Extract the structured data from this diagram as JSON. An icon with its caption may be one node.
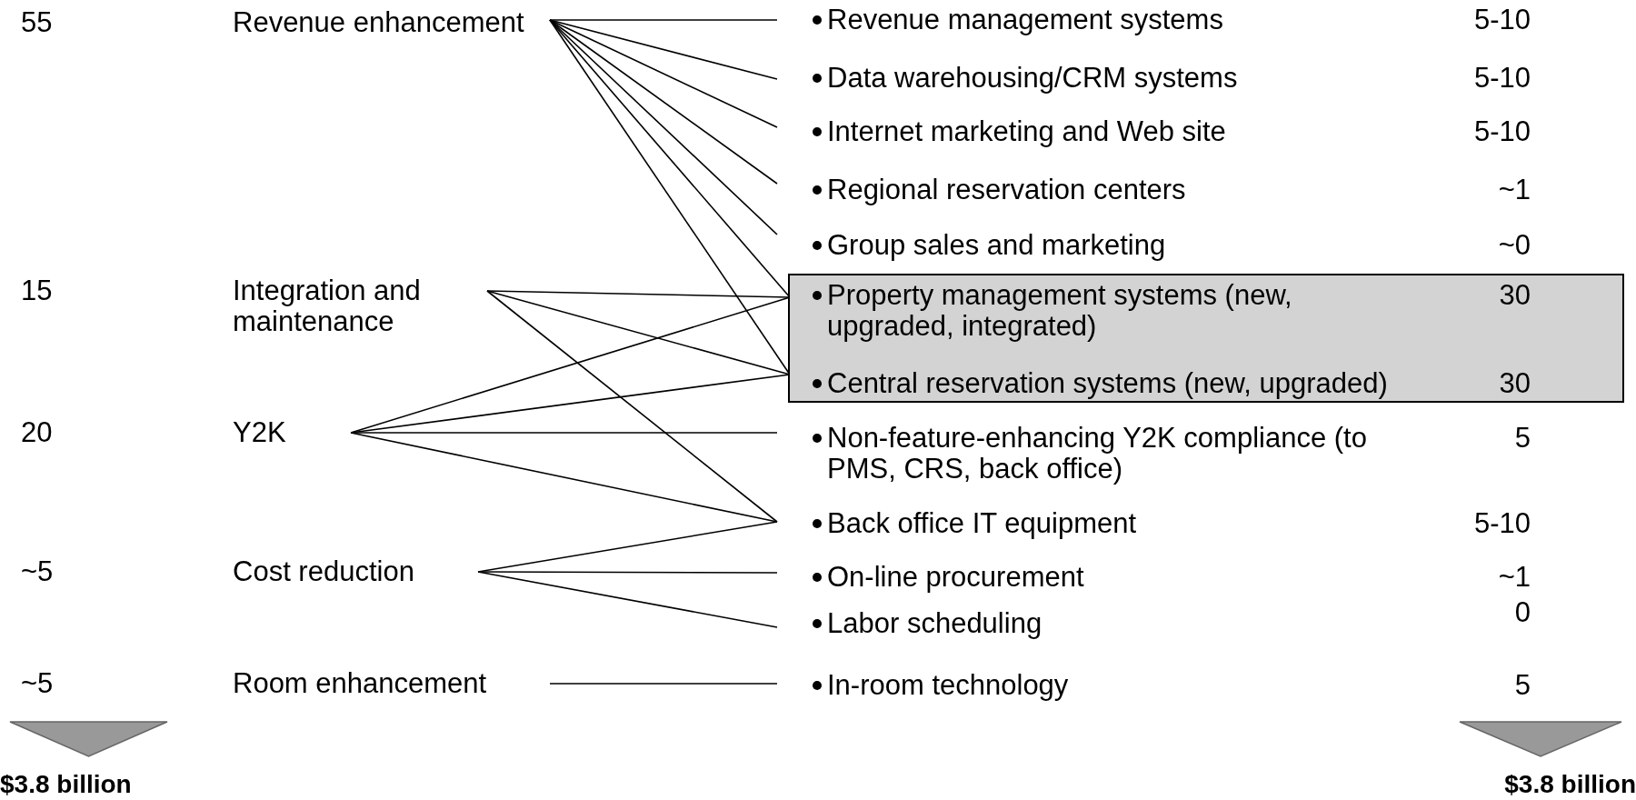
{
  "diagram": {
    "nodes": [
      {
        "text": [
          "Revenue enhancement"
        ]
      },
      {
        "text": [
          "Integration and maintenance"
        ]
      },
      {
        "text": [
          "Y2K"
        ]
      },
      {
        "text": [
          "Cost reduction"
        ]
      },
      {
        "text": [
          "Room enhancement"
        ]
      },
      {
        "text": [
          "Revenue management systems"
        ]
      },
      {
        "text": [
          "Data warehousing/CRM systems"
        ]
      },
      {
        "text": [
          "Internet marketing and Web site"
        ]
      },
      {
        "text": [
          "Regional reservation centers"
        ]
      },
      {
        "text": [
          "Group sales and marketing"
        ]
      },
      {
        "text": [],
        "shape": "box"
      },
      {
        "text": [
          "Property management systems (new, upgraded, integrated)"
        ],
        "in": 10
      },
      {
        "text": [
          "Central reservation systems (new, upgraded)"
        ],
        "in": 10
      },
      {
        "text": [
          "Non-feature-enhancing Y2K compliance (to PMS, CRS, back office)"
        ]
      },
      {
        "text": [
          "Back office IT equipment"
        ]
      },
      {
        "text": [
          "On-line procurement"
        ]
      },
      {
        "text": [
          "Labor scheduling"
        ]
      },
      {
        "text": [
          "In-room technology"
        ]
      },
      {
        "text": [
          "$3.8 billion"
        ]
      },
      {
        "text": [
          "$3.8 billion"
        ]
      }
    ],
    "edges": [
      {
        "from": 0,
        "to": 5,
        "arrow": "none"
      },
      {
        "from": 0,
        "to": 6,
        "arrow": "none"
      },
      {
        "from": 0,
        "to": 7,
        "arrow": "none"
      },
      {
        "from": 0,
        "to": 8,
        "arrow": "none"
      },
      {
        "from": 0,
        "to": 9,
        "arrow": "none"
      },
      {
        "from": 0,
        "to": 11,
        "arrow": "none"
      },
      {
        "from": 0,
        "to": 12,
        "arrow": "none"
      },
      {
        "from": 1,
        "to": 11,
        "arrow": "none"
      },
      {
        "from": 1,
        "to": 12,
        "arrow": "none"
      },
      {
        "from": 1,
        "to": 14,
        "arrow": "none"
      },
      {
        "from": 2,
        "to": 11,
        "arrow": "none"
      },
      {
        "from": 2,
        "to": 12,
        "arrow": "none"
      },
      {
        "from": 2,
        "to": 13,
        "arrow": "none"
      },
      {
        "from": 2,
        "to": 14,
        "arrow": "none"
      },
      {
        "from": 3,
        "to": 14,
        "arrow": "none"
      },
      {
        "from": 3,
        "to": 15,
        "arrow": "none"
      },
      {
        "from": 3,
        "to": 16,
        "arrow": "none"
      },
      {
        "from": 4,
        "to": 17,
        "arrow": "none"
      }
    ],
    "labels": [
      "55",
      "5-10",
      "5-10",
      "5-10",
      "~1",
      "~0",
      "15",
      "30",
      "30",
      "20",
      "5",
      "5-10",
      "~5",
      "~1",
      "0",
      "~5",
      "5"
    ]
  }
}
